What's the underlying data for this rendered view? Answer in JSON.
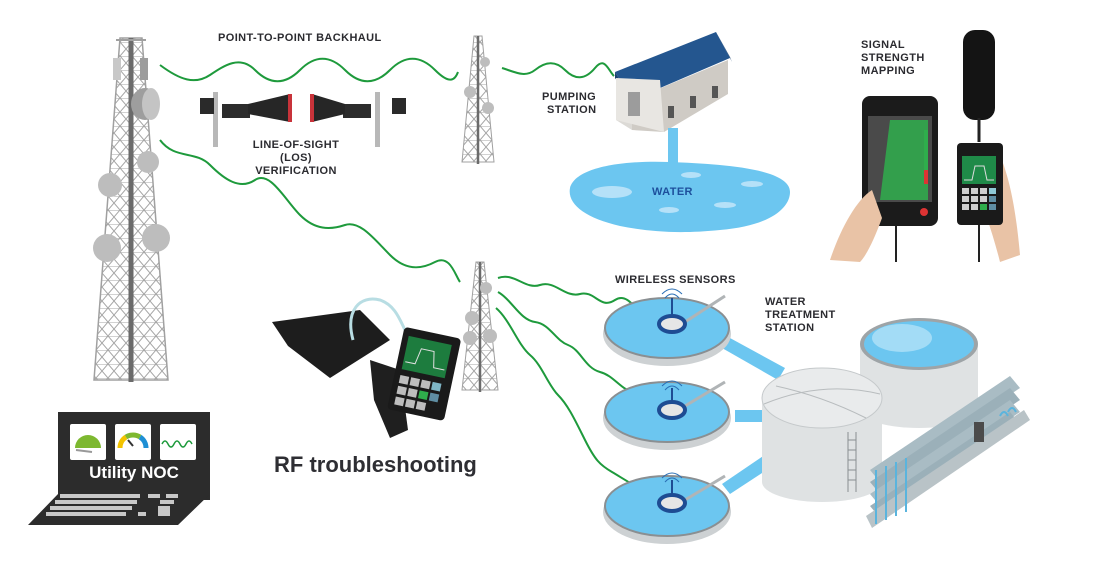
{
  "labels": {
    "backhaul": "POINT-TO-POINT BACKHAUL",
    "los_line1": "LINE-OF-SIGHT (LoS)",
    "los_line2": "VERIFICATION",
    "pumping_line1": "PUMPING",
    "pumping_line2": "STATION",
    "water": "WATER",
    "signal_line1": "SIGNAL",
    "signal_line2": "STRENGTH",
    "signal_line3": "MAPPING",
    "wireless_sensors": "WIRELESS SENSORS",
    "treatment_line1": "WATER",
    "treatment_line2": "TREATMENT",
    "treatment_line3": "STATION",
    "rf_troubleshooting": "RF troubleshooting",
    "noc": "Utility NOC"
  },
  "noc_widgets": [
    "gauge-half-icon",
    "gauge-color-icon",
    "waveform-icon"
  ],
  "colors": {
    "signal_wave": "#1e9a3c",
    "tower": "#9a9a9a",
    "water": "#6cc6f0",
    "roof": "#24568f",
    "label_text": "#2b2b30",
    "laptop": "#2c2c2c",
    "gauge_green": "#7db830"
  }
}
